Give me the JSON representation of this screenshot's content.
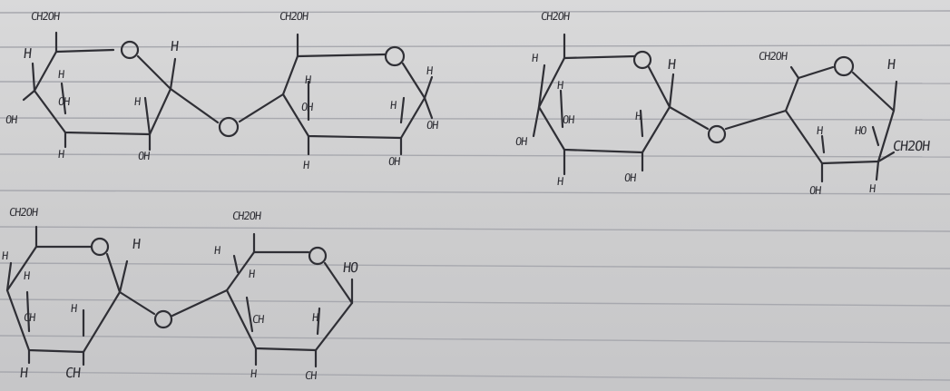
{
  "structures": [
    {
      "name": "disaccharide-top-left",
      "labels": {
        "l1": "CH2OH",
        "l2": "H",
        "l3": "H",
        "l4": "OH",
        "l5": "OH",
        "l6": "H",
        "l7": "H",
        "l8": "OH",
        "l9": "H",
        "r1": "CH2OH",
        "r2": "H",
        "r3": "OH",
        "r4": "H",
        "r5": "H",
        "r6": "OH",
        "r7": "H",
        "r8": "OH"
      }
    },
    {
      "name": "disaccharide-top-right",
      "labels": {
        "l1": "CH2OH",
        "l2": "H",
        "l3": "H",
        "l4": "OH",
        "l5": "OH",
        "l6": "H",
        "l7": "H",
        "l8": "OH",
        "l9": "H",
        "r1": "CH2OH",
        "r2": "H",
        "r3": "H",
        "r4": "HO",
        "r5": "CH2OH",
        "r6": "OH",
        "r7": "H"
      }
    },
    {
      "name": "disaccharide-bottom",
      "labels": {
        "l1": "CH2OH",
        "l2": "H",
        "l3": "H",
        "l4": "CH",
        "l5": "H",
        "l6": "H",
        "l7": "CH",
        "l8": "H",
        "r1": "CH2OH",
        "r2": "H",
        "r3": "H",
        "r4": "HO",
        "r5": "CH",
        "r6": "H",
        "r7": "H",
        "r8": "CH"
      }
    }
  ],
  "ring_oxygen": "O",
  "bridge_oxygen": "O"
}
